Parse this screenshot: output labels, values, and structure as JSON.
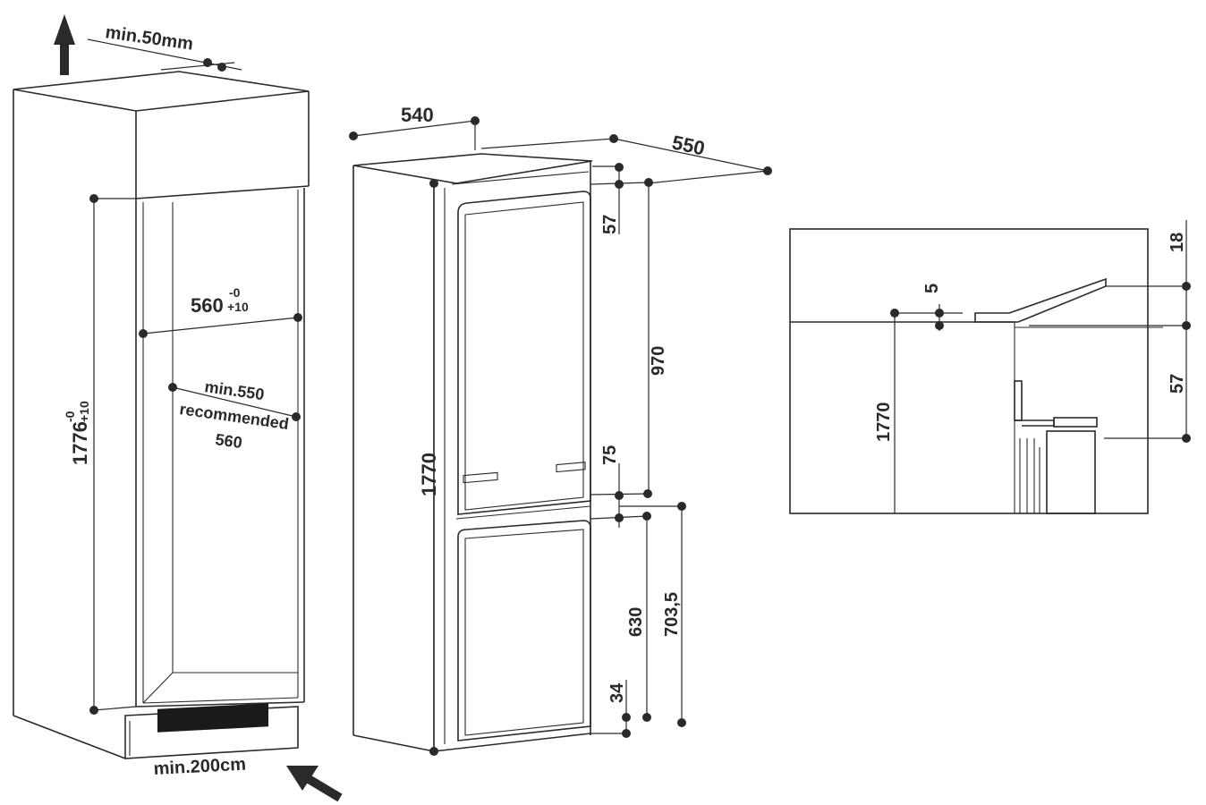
{
  "colors": {
    "ink": "#2a2a2a",
    "background": "#ffffff"
  },
  "icons": [
    "arrow-up-icon",
    "arrow-diagonal-icon"
  ],
  "niche": {
    "top_clearance": "min.50mm",
    "width_value": "560",
    "width_tol_upper": "-0",
    "width_tol_lower": "+10",
    "depth_line1": "min.550",
    "depth_line2": "recommended",
    "depth_line3": "560",
    "height_value": "1776",
    "height_tol_upper": "-0",
    "height_tol_lower": "+10",
    "bottom_vent": "min.200cm"
  },
  "appliance": {
    "width": "540",
    "depth": "550",
    "height": "1770",
    "top_gap": "57",
    "upper_door": "970",
    "hinge_gap": "75",
    "lower_door": "630",
    "lower_total": "703,5",
    "bottom_gap": "34"
  },
  "detail": {
    "top_offset": "18",
    "gap": "5",
    "height": "1770",
    "bracket_drop": "57"
  }
}
